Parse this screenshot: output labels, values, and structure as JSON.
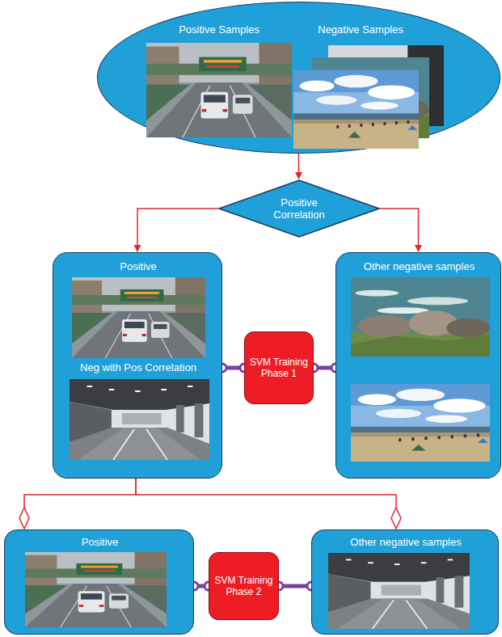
{
  "diagram": {
    "nodes": [
      {
        "text": [
          "Positive Samples",
          "Negative Samples"
        ]
      },
      {
        "text": [
          "Positive Correlation"
        ]
      },
      {
        "text": [
          "Positive",
          "Neg with Pos Correlation"
        ]
      },
      {
        "text": [
          "SVM Training Phase 1"
        ]
      },
      {
        "text": [
          "Other negative samples"
        ]
      },
      {
        "text": [
          "Positive"
        ]
      },
      {
        "text": [
          "SVM Training Phase 2"
        ]
      },
      {
        "text": [
          "Other negative samples"
        ]
      }
    ],
    "edges": [
      {
        "from": 0,
        "to": 1,
        "arrow": "to"
      },
      {
        "from": 1,
        "to": 2,
        "arrow": "to"
      },
      {
        "from": 1,
        "to": 4,
        "arrow": "to"
      },
      {
        "from": 2,
        "to": 3,
        "arrow": "none"
      },
      {
        "from": 3,
        "to": 4,
        "arrow": "none"
      },
      {
        "from": 2,
        "to": 5,
        "arrow": "to"
      },
      {
        "from": 2,
        "to": 7,
        "arrow": "to"
      },
      {
        "from": 5,
        "to": 6,
        "arrow": "none"
      },
      {
        "from": 6,
        "to": 7,
        "arrow": "none"
      }
    ]
  }
}
